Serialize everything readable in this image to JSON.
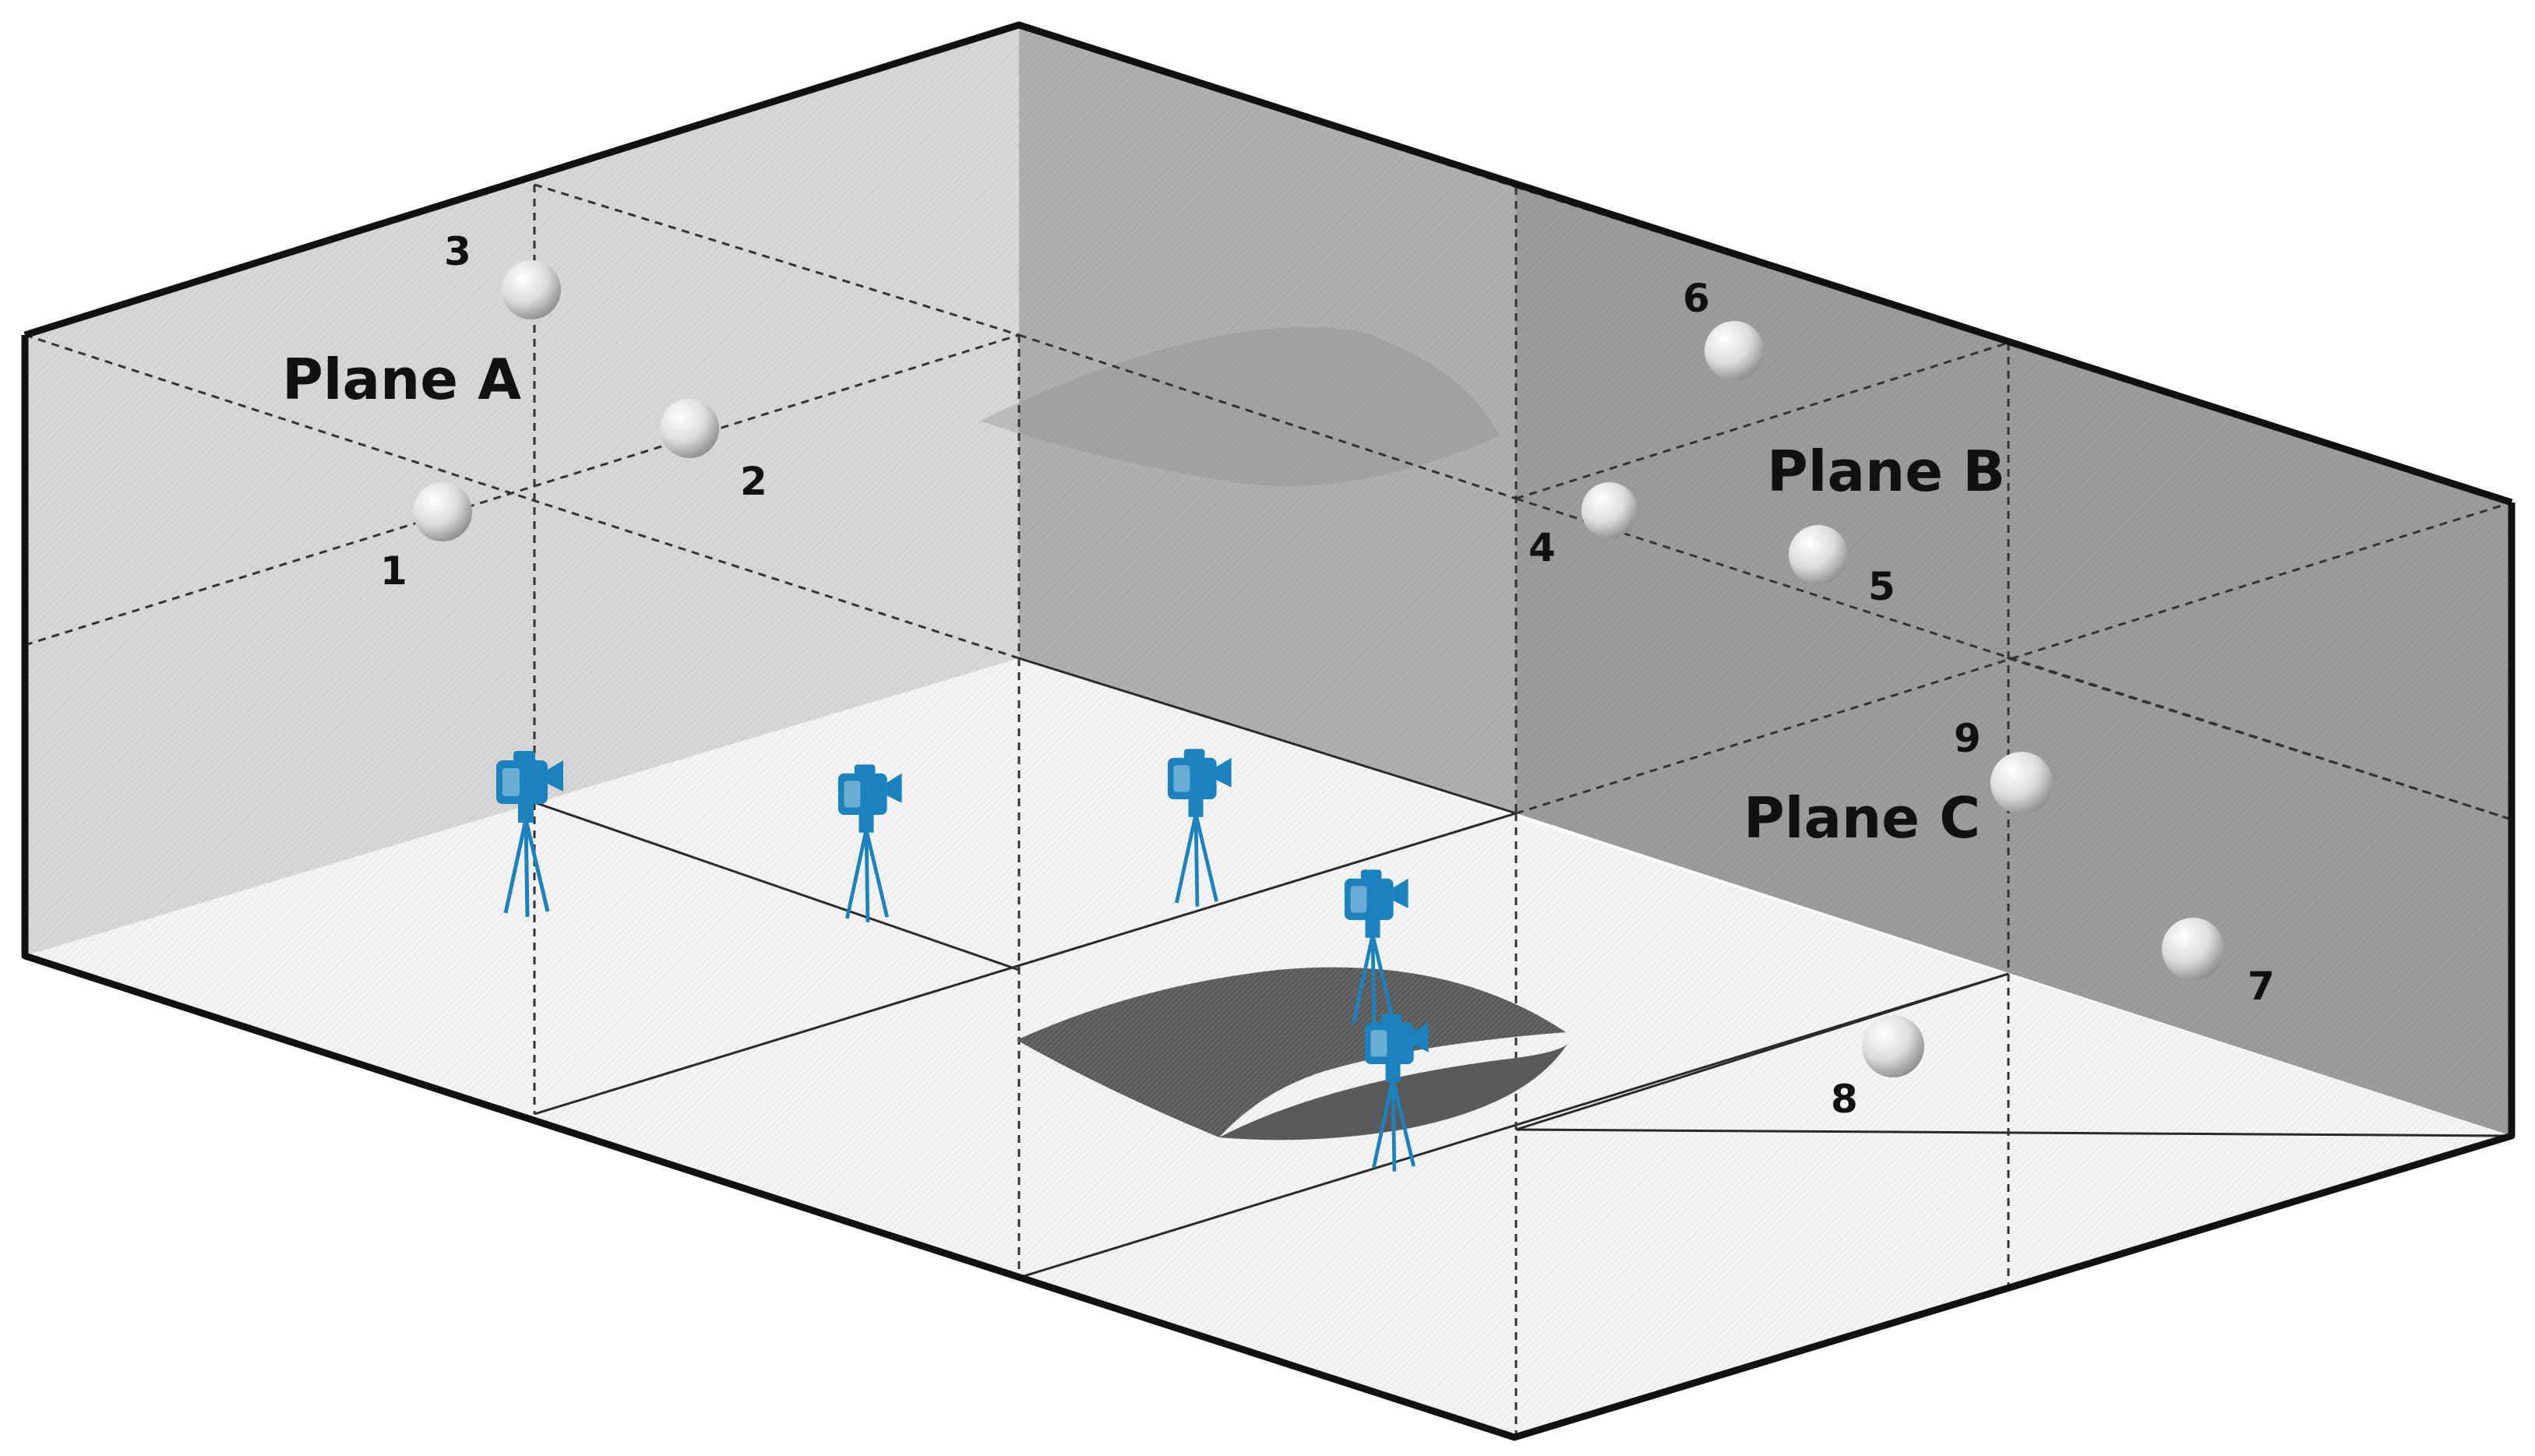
{
  "planes": [
    {
      "id": "A",
      "label": "Plane A"
    },
    {
      "id": "B",
      "label": "Plane B"
    },
    {
      "id": "C",
      "label": "Plane C"
    }
  ],
  "markers": [
    "1",
    "2",
    "3",
    "4",
    "5",
    "6",
    "7",
    "8",
    "9"
  ],
  "colors": {
    "camera": "#1b82bd",
    "outline": "#111111",
    "wall_left": "#d6d6d6",
    "wall_back": "#a9a9a9",
    "wall_right": "#9a9a9a",
    "floor": "#f4f4f4",
    "wing": "#6f6f6f"
  }
}
